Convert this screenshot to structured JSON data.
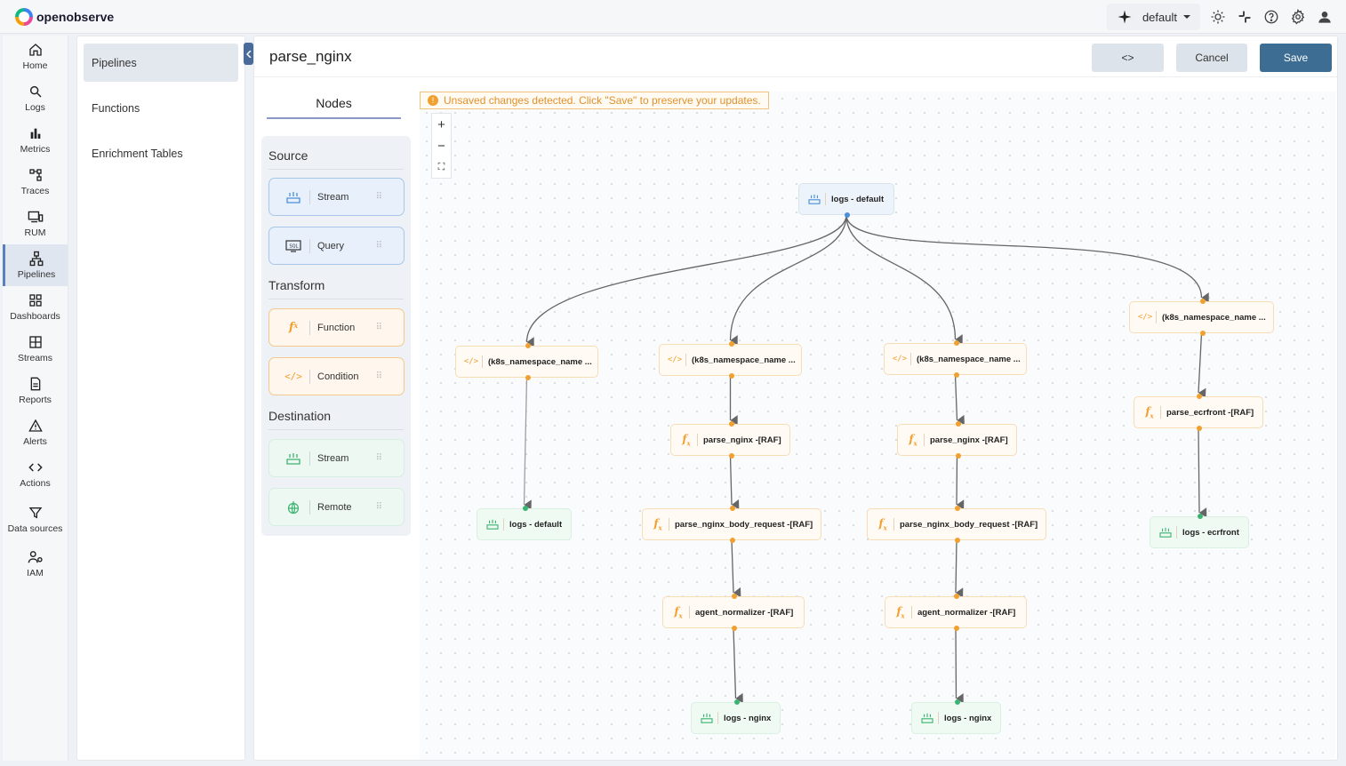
{
  "app": {
    "brand": "openobserve"
  },
  "topbar": {
    "org": "default"
  },
  "nav": [
    {
      "label": "Home",
      "icon": "home-icon"
    },
    {
      "label": "Logs",
      "icon": "search-icon"
    },
    {
      "label": "Metrics",
      "icon": "bar-chart-icon"
    },
    {
      "label": "Traces",
      "icon": "traces-icon"
    },
    {
      "label": "RUM",
      "icon": "rum-icon"
    },
    {
      "label": "Pipelines",
      "icon": "pipelines-icon"
    },
    {
      "label": "Dashboards",
      "icon": "dashboards-icon"
    },
    {
      "label": "Streams",
      "icon": "streams-icon"
    },
    {
      "label": "Reports",
      "icon": "reports-icon"
    },
    {
      "label": "Alerts",
      "icon": "alert-icon"
    },
    {
      "label": "Actions",
      "icon": "code-icon"
    },
    {
      "label": "Data sources",
      "icon": "filter-icon"
    },
    {
      "label": "IAM",
      "icon": "iam-icon"
    }
  ],
  "submenu": [
    "Pipelines",
    "Functions",
    "Enrichment Tables"
  ],
  "page": {
    "title": "parse_nginx",
    "code_label": "<>",
    "cancel_label": "Cancel",
    "save_label": "Save",
    "nodes_tab": "Nodes",
    "warning": "Unsaved changes detected. Click \"Save\" to preserve your updates."
  },
  "palette": {
    "source_title": "Source",
    "source_items": [
      "Stream",
      "Query"
    ],
    "transform_title": "Transform",
    "transform_items": [
      "Function",
      "Condition"
    ],
    "destination_title": "Destination",
    "destination_items": [
      "Stream",
      "Remote"
    ]
  },
  "zoom": {
    "in": "+",
    "out": "−",
    "fit": "⛶"
  },
  "colors": {
    "accent": "#3e6d94",
    "source": "#4a90d9",
    "transform": "#f0a030",
    "destination": "#3cb371"
  },
  "graph": {
    "nodes": [
      {
        "id": "src",
        "kind": "src",
        "label": "logs - default"
      },
      {
        "id": "c1",
        "kind": "cond",
        "label": "(k8s_namespace_name ..."
      },
      {
        "id": "c2",
        "kind": "cond",
        "label": "(k8s_namespace_name ..."
      },
      {
        "id": "c3",
        "kind": "cond",
        "label": "(k8s_namespace_name ..."
      },
      {
        "id": "c4",
        "kind": "cond",
        "label": "(k8s_namespace_name ..."
      },
      {
        "id": "d1",
        "kind": "dst",
        "label": "logs - default"
      },
      {
        "id": "f2a",
        "kind": "fn",
        "label": "parse_nginx -[RAF]"
      },
      {
        "id": "f3a",
        "kind": "fn",
        "label": "parse_nginx -[RAF]"
      },
      {
        "id": "f4a",
        "kind": "fn",
        "label": "parse_ecrfront -[RAF]"
      },
      {
        "id": "f2b",
        "kind": "fn",
        "label": "parse_nginx_body_request -[RAF]"
      },
      {
        "id": "f3b",
        "kind": "fn",
        "label": "parse_nginx_body_request -[RAF]"
      },
      {
        "id": "d4",
        "kind": "dst",
        "label": "logs - ecrfront"
      },
      {
        "id": "f2c",
        "kind": "fn",
        "label": "agent_normalizer -[RAF]"
      },
      {
        "id": "f3c",
        "kind": "fn",
        "label": "agent_normalizer -[RAF]"
      },
      {
        "id": "d2",
        "kind": "dst",
        "label": "logs - nginx"
      },
      {
        "id": "d3",
        "kind": "dst",
        "label": "logs - nginx"
      }
    ],
    "edges": [
      [
        "src",
        "c1"
      ],
      [
        "src",
        "c2"
      ],
      [
        "src",
        "c3"
      ],
      [
        "src",
        "c4"
      ],
      [
        "c1",
        "d1"
      ],
      [
        "c2",
        "f2a"
      ],
      [
        "c3",
        "f3a"
      ],
      [
        "c4",
        "f4a"
      ],
      [
        "f2a",
        "f2b"
      ],
      [
        "f3a",
        "f3b"
      ],
      [
        "f4a",
        "d4"
      ],
      [
        "f2b",
        "f2c"
      ],
      [
        "f3b",
        "f3c"
      ],
      [
        "f2c",
        "d2"
      ],
      [
        "f3c",
        "d3"
      ]
    ]
  }
}
